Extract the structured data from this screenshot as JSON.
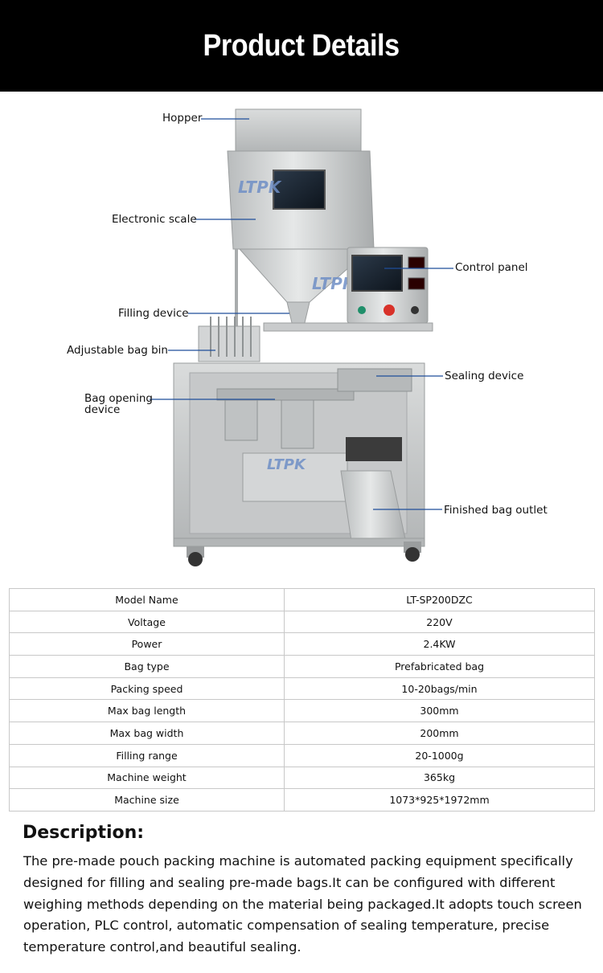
{
  "header": {
    "title": "Product Details"
  },
  "figure": {
    "brand_mark": "LTPK",
    "callouts": {
      "hopper": "Hopper",
      "electronic_scale": "Electronic scale",
      "control_panel": "Control panel",
      "filling_device": "Filling device",
      "adjustable_bag_bin": "Adjustable bag bin",
      "sealing_device": "Sealing device",
      "bag_opening_line1": "Bag opening",
      "bag_opening_line2": "device",
      "finished_bag_outlet": "Finished bag outlet"
    },
    "leader_color": "#1f4e9a"
  },
  "specs": {
    "rows": [
      {
        "label": "Model Name",
        "value": "LT-SP200DZC"
      },
      {
        "label": "Voltage",
        "value": "220V"
      },
      {
        "label": "Power",
        "value": "2.4KW"
      },
      {
        "label": "Bag type",
        "value": "Prefabricated bag"
      },
      {
        "label": "Packing speed",
        "value": "10-20bags/min"
      },
      {
        "label": "Max bag length",
        "value": "300mm"
      },
      {
        "label": "Max bag width",
        "value": "200mm"
      },
      {
        "label": "Filling range",
        "value": "20-1000g"
      },
      {
        "label": "Machine weight",
        "value": "365kg"
      },
      {
        "label": "Machine size",
        "value": "1073*925*1972mm"
      }
    ]
  },
  "description": {
    "title": "Description:",
    "body": "The pre-made pouch packing machine is automated packing equipment specifically designed for filling and sealing pre-made bags.It can be configured with different weighing methods depending on the material being packaged.It adopts touch screen operation, PLC control, automatic compensation of sealing temperature, precise temperature control,and beautiful sealing."
  }
}
